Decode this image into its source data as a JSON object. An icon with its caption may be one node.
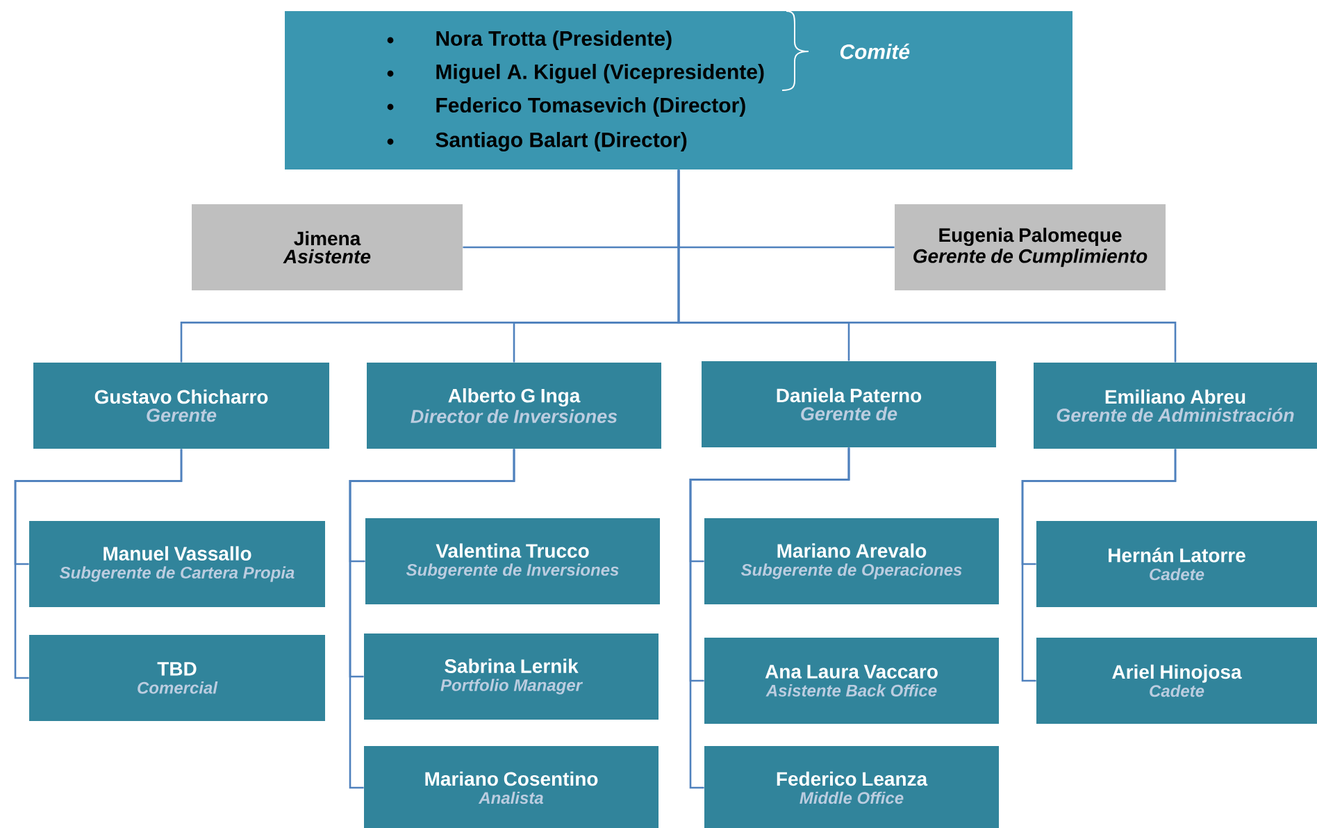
{
  "diagram": {
    "nodes": [
      {
        "text": [
          "Nora Trotta (Presidente)",
          "Miguel A. Kiguel (Vicepresidente)",
          "Federico Tomasevich (Director)",
          "Santiago Balart (Director)",
          "Comité"
        ]
      },
      {
        "text": [
          "Jimena",
          "Asistente"
        ]
      },
      {
        "text": [
          "Eugenia Palomeque",
          "Gerente de Cumplimiento"
        ]
      },
      {
        "text": [
          "Gustavo Chicharro",
          "Gerente"
        ]
      },
      {
        "text": [
          "Alberto G Inga",
          "Director de Inversiones"
        ]
      },
      {
        "text": [
          "Daniela Paterno",
          "Gerente de"
        ]
      },
      {
        "text": [
          "Emiliano Abreu",
          "Gerente de Administración"
        ]
      },
      {
        "text": [
          "Manuel Vassallo",
          "Subgerente de Cartera Propia"
        ]
      },
      {
        "text": [
          "TBD",
          "Comercial"
        ]
      },
      {
        "text": [
          "Valentina Trucco",
          "Subgerente de Inversiones"
        ]
      },
      {
        "text": [
          "Sabrina Lernik",
          "Portfolio Manager"
        ]
      },
      {
        "text": [
          "Mariano Cosentino",
          "Analista"
        ]
      },
      {
        "text": [
          "Mariano Arevalo",
          "Subgerente de Operaciones"
        ]
      },
      {
        "text": [
          "Ana Laura Vaccaro",
          "Asistente Back Office"
        ]
      },
      {
        "text": [
          "Federico Leanza",
          "Middle Office"
        ]
      },
      {
        "text": [
          "Hernán Latorre",
          "Cadete"
        ]
      },
      {
        "text": [
          "Ariel Hinojosa",
          "Cadete"
        ]
      }
    ],
    "edges": [
      {
        "from": 0,
        "to": 1,
        "arrow": "none"
      },
      {
        "from": 0,
        "to": 2,
        "arrow": "none"
      },
      {
        "from": 0,
        "to": 3,
        "arrow": "none"
      },
      {
        "from": 0,
        "to": 4,
        "arrow": "none"
      },
      {
        "from": 0,
        "to": 5,
        "arrow": "none"
      },
      {
        "from": 0,
        "to": 6,
        "arrow": "none"
      },
      {
        "from": 3,
        "to": 7,
        "arrow": "none"
      },
      {
        "from": 3,
        "to": 8,
        "arrow": "none"
      },
      {
        "from": 4,
        "to": 9,
        "arrow": "none"
      },
      {
        "from": 4,
        "to": 10,
        "arrow": "none"
      },
      {
        "from": 4,
        "to": 11,
        "arrow": "none"
      },
      {
        "from": 5,
        "to": 12,
        "arrow": "none"
      },
      {
        "from": 5,
        "to": 13,
        "arrow": "none"
      },
      {
        "from": 5,
        "to": 14,
        "arrow": "none"
      },
      {
        "from": 6,
        "to": 15,
        "arrow": "none"
      },
      {
        "from": 6,
        "to": 16,
        "arrow": "none"
      }
    ]
  }
}
